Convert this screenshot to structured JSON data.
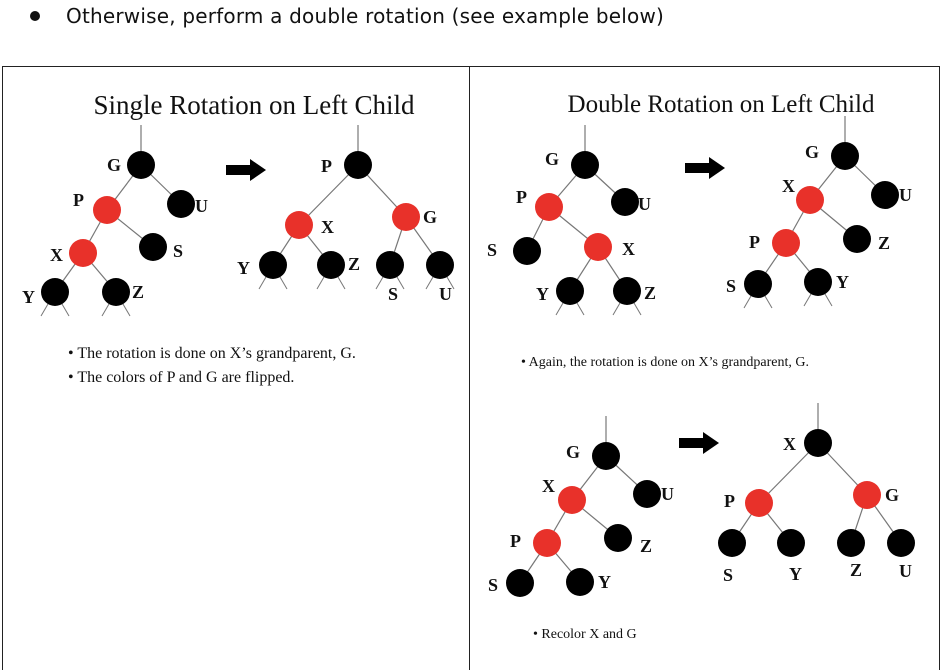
{
  "intro": {
    "text": "Otherwise, perform a double rotation (see example below)"
  },
  "colors": {
    "red_node": "#e8312a",
    "black_node": "#000000",
    "edge": "#777777"
  },
  "panels": [
    {
      "id": "single",
      "title": "Single Rotation on Left Child",
      "diagrams": [
        {
          "id": "s-before",
          "nodes": [
            {
              "id": "G",
              "label": "G",
              "color": "black"
            },
            {
              "id": "P",
              "label": "P",
              "color": "red"
            },
            {
              "id": "U",
              "label": "U",
              "color": "black"
            },
            {
              "id": "X",
              "label": "X",
              "color": "red"
            },
            {
              "id": "S",
              "label": "S",
              "color": "black"
            },
            {
              "id": "Y",
              "label": "Y",
              "color": "black"
            },
            {
              "id": "Z",
              "label": "Z",
              "color": "black"
            }
          ]
        },
        {
          "id": "s-after",
          "nodes": [
            {
              "id": "P",
              "label": "P",
              "color": "black"
            },
            {
              "id": "X",
              "label": "X",
              "color": "red"
            },
            {
              "id": "G",
              "label": "G",
              "color": "red"
            },
            {
              "id": "Y",
              "label": "Y",
              "color": "black"
            },
            {
              "id": "Z",
              "label": "Z",
              "color": "black"
            },
            {
              "id": "S",
              "label": "S",
              "color": "black"
            },
            {
              "id": "U",
              "label": "U",
              "color": "black"
            }
          ]
        }
      ],
      "notes": [
        "• The rotation is done on X’s grandparent, G.",
        "• The colors of P and G are flipped."
      ]
    },
    {
      "id": "double",
      "title": "Double Rotation on Left Child",
      "diagrams": [
        {
          "id": "d-start",
          "nodes": [
            {
              "id": "G",
              "label": "G",
              "color": "black"
            },
            {
              "id": "P",
              "label": "P",
              "color": "red"
            },
            {
              "id": "U",
              "label": "U",
              "color": "black"
            },
            {
              "id": "S",
              "label": "S",
              "color": "black"
            },
            {
              "id": "X",
              "label": "X",
              "color": "red"
            },
            {
              "id": "Y",
              "label": "Y",
              "color": "black"
            },
            {
              "id": "Z",
              "label": "Z",
              "color": "black"
            }
          ]
        },
        {
          "id": "d-mid",
          "nodes": [
            {
              "id": "G",
              "label": "G",
              "color": "black"
            },
            {
              "id": "X",
              "label": "X",
              "color": "red"
            },
            {
              "id": "U",
              "label": "U",
              "color": "black"
            },
            {
              "id": "P",
              "label": "P",
              "color": "red"
            },
            {
              "id": "Z",
              "label": "Z",
              "color": "black"
            },
            {
              "id": "S",
              "label": "S",
              "color": "black"
            },
            {
              "id": "Y",
              "label": "Y",
              "color": "black"
            }
          ]
        },
        {
          "id": "d-mid-copy",
          "nodes": [
            {
              "id": "G",
              "label": "G",
              "color": "black"
            },
            {
              "id": "X",
              "label": "X",
              "color": "red"
            },
            {
              "id": "U",
              "label": "U",
              "color": "black"
            },
            {
              "id": "P",
              "label": "P",
              "color": "red"
            },
            {
              "id": "Z",
              "label": "Z",
              "color": "black"
            },
            {
              "id": "S",
              "label": "S",
              "color": "black"
            },
            {
              "id": "Y",
              "label": "Y",
              "color": "black"
            }
          ]
        },
        {
          "id": "d-final",
          "nodes": [
            {
              "id": "X",
              "label": "X",
              "color": "black"
            },
            {
              "id": "P",
              "label": "P",
              "color": "red"
            },
            {
              "id": "G",
              "label": "G",
              "color": "red"
            },
            {
              "id": "S",
              "label": "S",
              "color": "black"
            },
            {
              "id": "Y",
              "label": "Y",
              "color": "black"
            },
            {
              "id": "Z",
              "label": "Z",
              "color": "black"
            },
            {
              "id": "U",
              "label": "U",
              "color": "black"
            }
          ]
        }
      ],
      "notes": [
        "• Again, the rotation is done on X’s grandparent, G.",
        "•  Recolor X and G"
      ]
    }
  ]
}
